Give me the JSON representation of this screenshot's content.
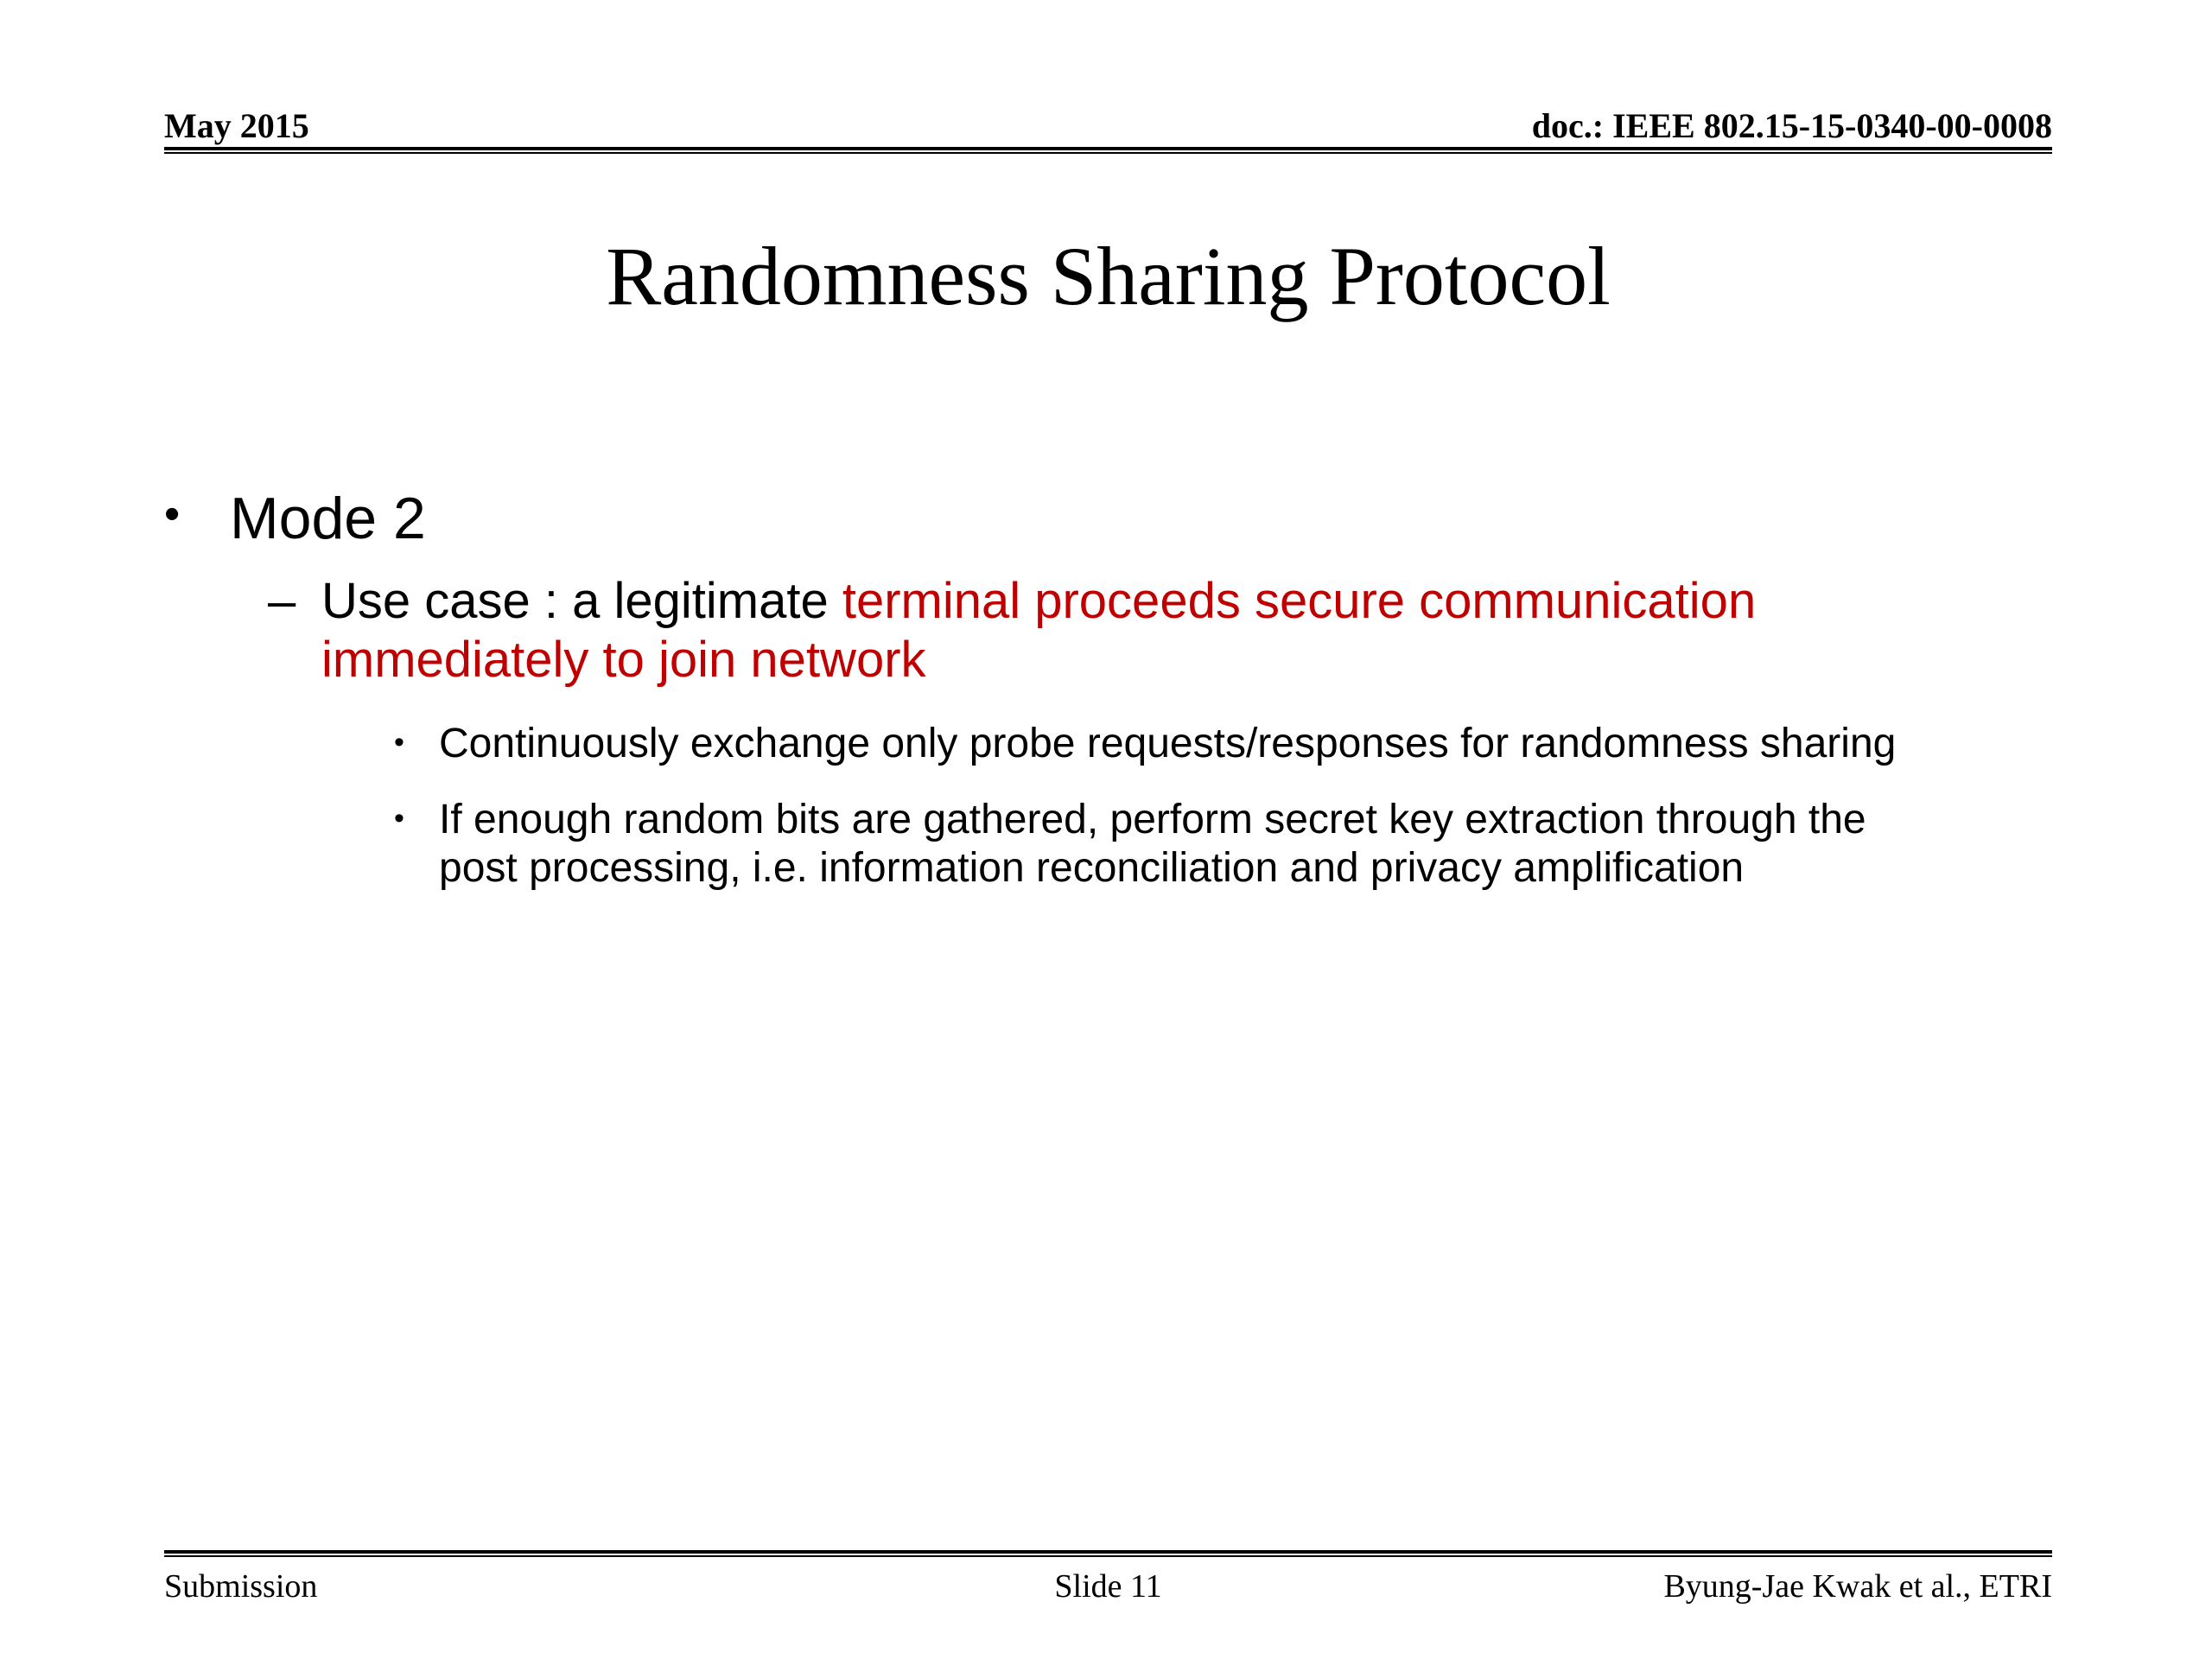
{
  "header": {
    "date": "May 2015",
    "doc": "doc.: IEEE 802.15-15-0340-00-0008"
  },
  "title": "Randomness Sharing Protocol",
  "colors": {
    "text": "#000000",
    "accent_red": "#C00000",
    "background": "#FFFFFF"
  },
  "body": {
    "level1": {
      "marker": "•",
      "text": "Mode 2"
    },
    "level2": {
      "marker": "–",
      "text_black": "Use case : a legitimate ",
      "text_red": "terminal proceeds secure communication immediately to join network"
    },
    "level3": [
      {
        "marker": "•",
        "text": "Continuously exchange only probe requests/responses for randomness sharing"
      },
      {
        "marker": "•",
        "text": "If enough random bits are gathered, perform secret key extraction through the post processing, i.e. information reconciliation and privacy amplification"
      }
    ]
  },
  "footer": {
    "left": "Submission",
    "center": "Slide 11",
    "right": "Byung-Jae Kwak et al., ETRI"
  }
}
